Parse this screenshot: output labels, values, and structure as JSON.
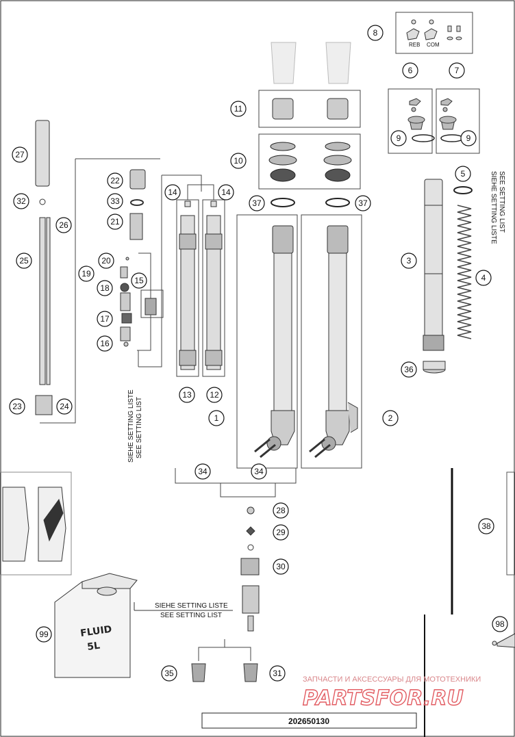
{
  "callouts": {
    "c1": "1",
    "c2": "2",
    "c3": "3",
    "c4": "4",
    "c5": "5",
    "c6": "6",
    "c7": "7",
    "c8": "8",
    "c9a": "9",
    "c9b": "9",
    "c10": "10",
    "c11": "11",
    "c12": "12",
    "c13": "13",
    "c14a": "14",
    "c14b": "14",
    "c15": "15",
    "c16": "16",
    "c17": "17",
    "c18": "18",
    "c19": "19",
    "c20": "20",
    "c21": "21",
    "c22": "22",
    "c23": "23",
    "c24": "24",
    "c25": "25",
    "c26": "26",
    "c27": "27",
    "c28": "28",
    "c29": "29",
    "c30": "30",
    "c31": "31",
    "c32": "32",
    "c33": "33",
    "c34a": "34",
    "c34b": "34",
    "c35": "35",
    "c36": "36",
    "c37a": "37",
    "c37b": "37",
    "c38": "38",
    "c98": "98",
    "c99": "99"
  },
  "labels": {
    "reb": "REB",
    "com": "COM",
    "setting_de": "SIEHE SETTING LISTE",
    "setting_en": "SEE SETTING LIST",
    "fluid_line1": "FLUID",
    "fluid_line2": "5L",
    "drawing_number": "202650130"
  },
  "watermark": {
    "tagline": "ЗАПЧАСТИ И АКСЕССУАРЫ ДЛЯ МОТОТЕХНИКИ",
    "brand": "PARTSFOR.RU"
  }
}
